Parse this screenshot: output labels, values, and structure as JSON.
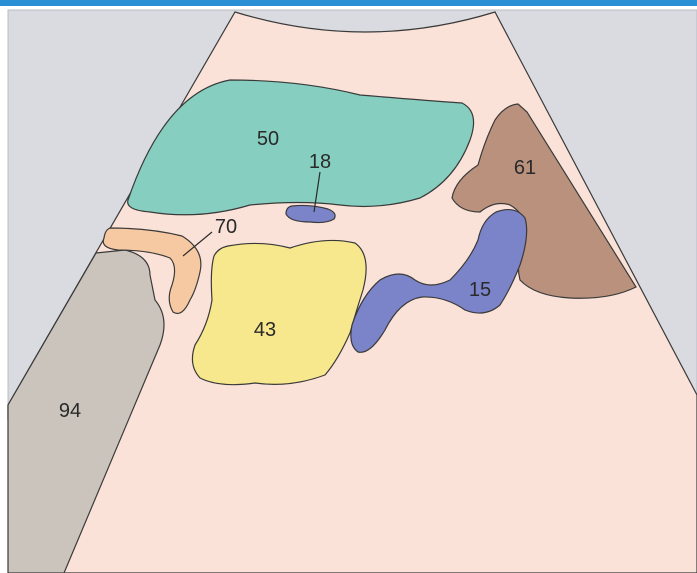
{
  "colors": {
    "accent_bar": "#2b8fd6",
    "background": "#d9dbe0",
    "sector": "#fbe2d8",
    "region_50": "#86cfc0",
    "region_18": "#7b83c9",
    "region_61": "#b9917c",
    "region_70": "#f6c9a2",
    "region_43": "#f7e78d",
    "region_15": "#7b83c9",
    "region_94": "#cbc4bd"
  },
  "labels": {
    "r50": "50",
    "r18": "18",
    "r61": "61",
    "r70": "70",
    "r43": "43",
    "r15": "15",
    "r94": "94"
  }
}
